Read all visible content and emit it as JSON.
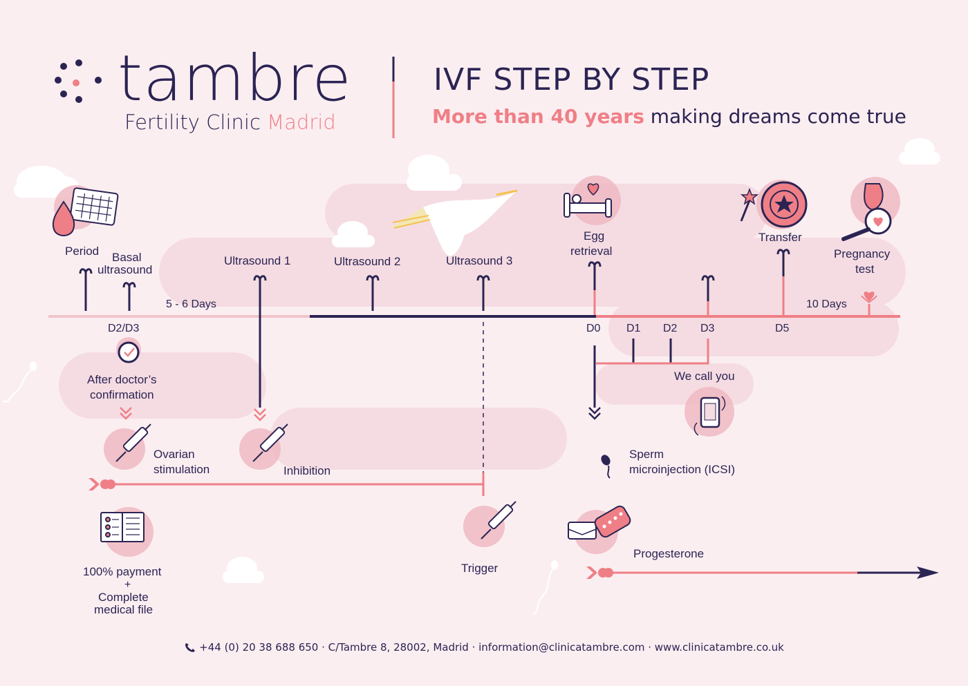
{
  "brand": {
    "name": "tambre",
    "subtitle_main": "Fertility Clinic",
    "subtitle_accent": "Madrid"
  },
  "header": {
    "title": "IVF STEP BY STEP",
    "tagline_accent": "More than 40 years",
    "tagline_rest": " making dreams come true"
  },
  "colors": {
    "navy": "#2b2453",
    "coral": "#ef7f86",
    "pink_bg": "#fbeef1",
    "blob": "#f3d6dc"
  },
  "timeline": {
    "steps": {
      "period": "Period",
      "basal": "Basal",
      "basal2": "ultrasound",
      "us1": "Ultrasound 1",
      "us2": "Ultrasound 2",
      "us3": "Ultrasound 3",
      "egg1": "Egg",
      "egg2": "retrieval",
      "transfer": "Transfer",
      "preg1": "Pregnancy",
      "preg2": "test"
    },
    "durations": {
      "first": "5 - 6 Days",
      "last": "10 Days"
    },
    "day_markers": {
      "d2d3": "D2/D3",
      "d0": "D0",
      "d1": "D1",
      "d2": "D2",
      "d3": "D3",
      "d5": "D5"
    }
  },
  "treatment": {
    "confirm1": "After doctor’s",
    "confirm2": "confirmation",
    "ovarian1": "Ovarian",
    "ovarian2": "stimulation",
    "inhibition": "Inhibition",
    "trigger": "Trigger",
    "call": "We call you",
    "icsi1": "Sperm",
    "icsi2": "microinjection (ICSI)",
    "progesterone": "Progesterone",
    "payment1": "100% payment",
    "payment_plus": "+",
    "payment2": "Complete",
    "payment3": "medical file"
  },
  "footer": {
    "contact": "+44 (0) 20 38 688 650 · C/Tambre 8, 28002, Madrid · information@clinicatambre.com · www.clinicatambre.co.uk"
  }
}
